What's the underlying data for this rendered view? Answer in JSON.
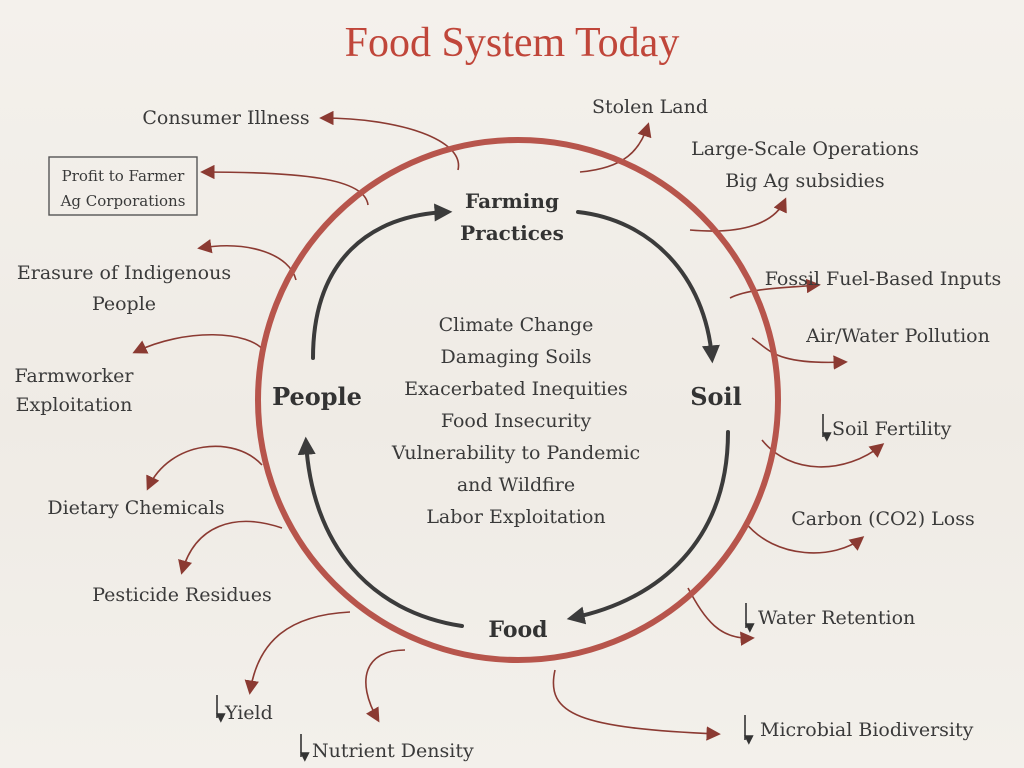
{
  "title": "Food System Today",
  "nodes": {
    "farming_line1": "Farming",
    "farming_line2": "Practices",
    "soil": "Soil",
    "food": "Food",
    "people": "People"
  },
  "center_items": [
    "Climate Change",
    "Damaging Soils",
    "Exacerbated Inequities",
    "Food Insecurity",
    "Vulnerability to Pandemic",
    "and Wildfire",
    "Labor Exploitation"
  ],
  "outer_labels": {
    "consumer_illness": "Consumer Illness",
    "profit_line1": "Profit to Farmer",
    "profit_line2": "Ag Corporations",
    "erasure_line1": "Erasure of Indigenous",
    "erasure_line2": "People",
    "farmworker_line1": "Farmworker",
    "farmworker_line2": "Exploitation",
    "dietary_chemicals": "Dietary Chemicals",
    "pesticide_residues": "Pesticide Residues",
    "yield": "Yield",
    "nutrient_density": "Nutrient Density",
    "stolen_land": "Stolen Land",
    "large_scale_line1": "Large-Scale Operations",
    "large_scale_line2": "Big Ag subsidies",
    "fossil_fuel": "Fossil Fuel-Based Inputs",
    "air_water": "Air/Water Pollution",
    "soil_fertility": "Soil Fertility",
    "carbon_loss": "Carbon (CO2) Loss",
    "water_retention": "Water Retention",
    "microbial": "Microbial Biodiversity"
  },
  "colors": {
    "title": "#c0463a",
    "ring": "#b7554c",
    "branch": "#8b3a32",
    "cycle_arrow": "#3b3b3b",
    "text": "#3a3a3a"
  }
}
